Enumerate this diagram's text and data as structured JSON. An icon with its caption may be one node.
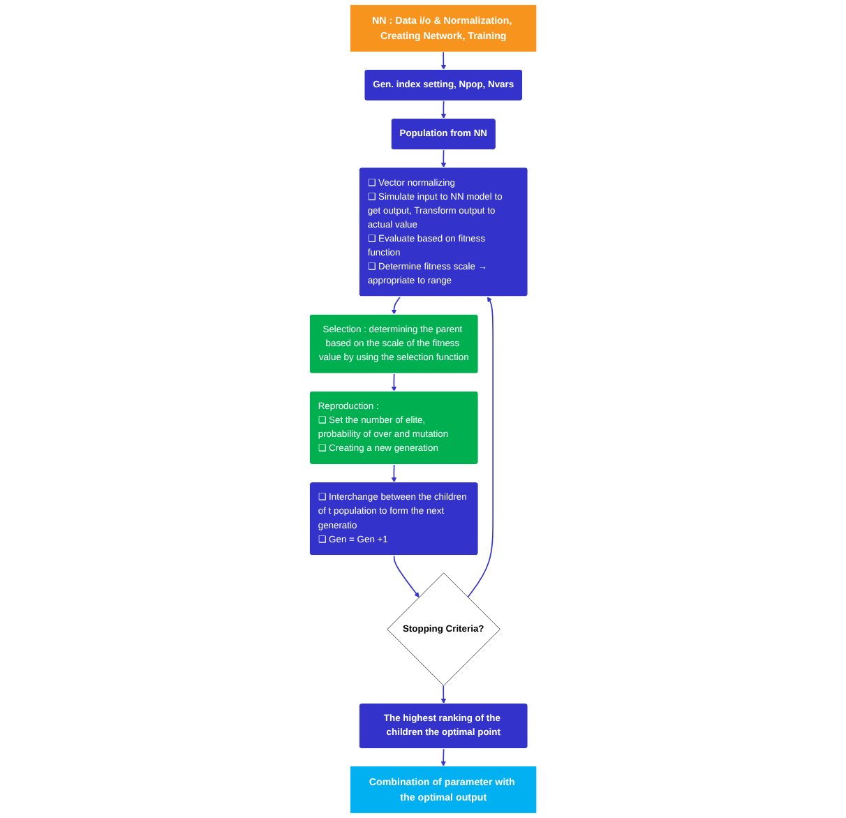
{
  "diagram": {
    "nodes": [
      {
        "text": [
          "NN : Data i/o & Normalization, Creating Network, Training"
        ]
      },
      {
        "text": [
          "Gen. index setting, Npop, Nvars"
        ]
      },
      {
        "text": [
          "Population from NN"
        ]
      },
      {
        "text": [
          "❑ Vector normalizing",
          "❑ Simulate input to NN model to get output, Transform output to actual value",
          "❑ Evaluate based on fitness function",
          "❑ Determine fitness scale → appropriate to range"
        ]
      },
      {
        "text": [
          "Selection : determining the parent based on the scale of the fitness value by using the selection function"
        ]
      },
      {
        "text": [
          "Reproduction :",
          "❑ Set the number of elite, probability of over and mutation",
          "❑ Creating a new generation"
        ]
      },
      {
        "text": [
          "❑ Interchange between the children of t population to form the next generatio",
          "❑ Gen = Gen +1"
        ]
      },
      {
        "text": [
          "Stopping Criteria?"
        ]
      },
      {
        "text": [
          "The highest ranking of the children the optimal point"
        ]
      },
      {
        "text": [
          "Combination of parameter with the optimal output"
        ]
      }
    ],
    "edges": [
      {
        "from": 0,
        "to": 1,
        "arrow": "to"
      },
      {
        "from": 1,
        "to": 2,
        "arrow": "to"
      },
      {
        "from": 2,
        "to": 3,
        "arrow": "to"
      },
      {
        "from": 3,
        "to": 4,
        "arrow": "to"
      },
      {
        "from": 4,
        "to": 5,
        "arrow": "to"
      },
      {
        "from": 5,
        "to": 6,
        "arrow": "to"
      },
      {
        "from": 6,
        "to": 7,
        "arrow": "to"
      },
      {
        "from": 7,
        "to": 3,
        "arrow": "to"
      },
      {
        "from": 7,
        "to": 8,
        "arrow": "to"
      },
      {
        "from": 8,
        "to": 9,
        "arrow": "to"
      }
    ]
  }
}
